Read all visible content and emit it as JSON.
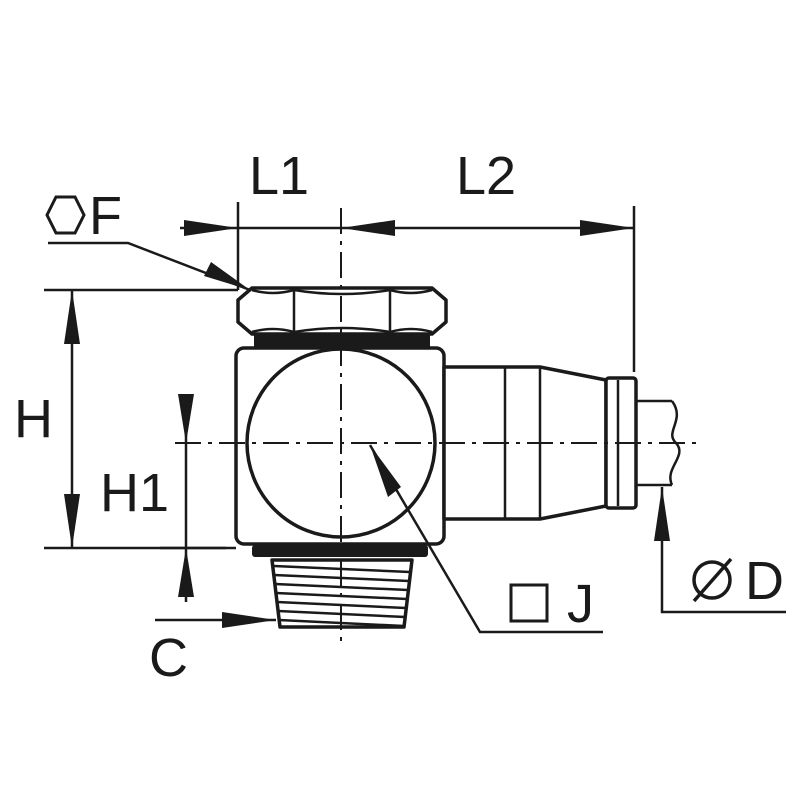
{
  "labels": {
    "l1": "L1",
    "l2": "L2",
    "hex_across_flats": "F",
    "height": "H",
    "height_1": "H1",
    "thread": "C",
    "square": "J",
    "tube_diameter": "D"
  },
  "symbols": {
    "hex": "hexagon-symbol",
    "square": "square-symbol",
    "diameter": "diameter-symbol"
  },
  "colors": {
    "ink": "#1a1a1a",
    "paper": "#ffffff"
  }
}
